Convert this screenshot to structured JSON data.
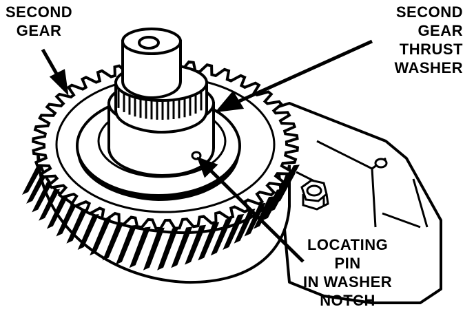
{
  "labels": {
    "second_gear": [
      "SECOND",
      "GEAR"
    ],
    "thrust_washer": [
      "SECOND",
      "GEAR",
      "THRUST",
      "WASHER"
    ],
    "locating_pin": [
      "LOCATING",
      "PIN",
      "IN WASHER",
      "NOTCH"
    ]
  },
  "colors": {
    "ink": "#000000",
    "paper": "#ffffff"
  }
}
